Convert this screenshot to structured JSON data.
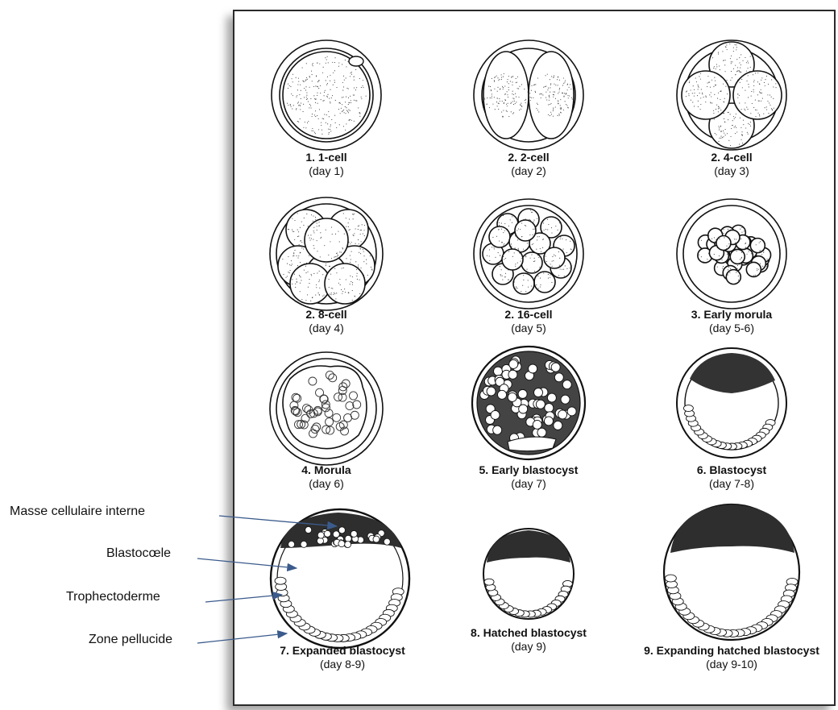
{
  "stages": [
    {
      "title": "1. 1-cell",
      "day": "(day 1)"
    },
    {
      "title": "2. 2-cell",
      "day": "(day 2)"
    },
    {
      "title": "2. 4-cell",
      "day": "(day 3)"
    },
    {
      "title": "2. 8-cell",
      "day": "(day 4)"
    },
    {
      "title": "2. 16-cell",
      "day": "(day 5)"
    },
    {
      "title": "3. Early morula",
      "day": "(day 5-6)"
    },
    {
      "title": "4. Morula",
      "day": "(day 6)"
    },
    {
      "title": "5. Early blastocyst",
      "day": "(day 7)"
    },
    {
      "title": "6. Blastocyst",
      "day": "(day 7-8)"
    },
    {
      "title": "7. Expanded blastocyst",
      "day": "(day 8-9)"
    },
    {
      "title": "8. Hatched blastocyst",
      "day": "(day 9)"
    },
    {
      "title": "9. Expanding hatched blastocyst",
      "day": "(day 9-10)"
    }
  ],
  "annotations": [
    {
      "label": "Masse cellulaire interne"
    },
    {
      "label": "Blastocœle"
    },
    {
      "label": "Trophectoderme"
    },
    {
      "label": "Zone pellucide"
    }
  ],
  "colors": {
    "ink": "#111111",
    "arrow": "#3b5b8c",
    "frame": "#2a2a2a"
  }
}
